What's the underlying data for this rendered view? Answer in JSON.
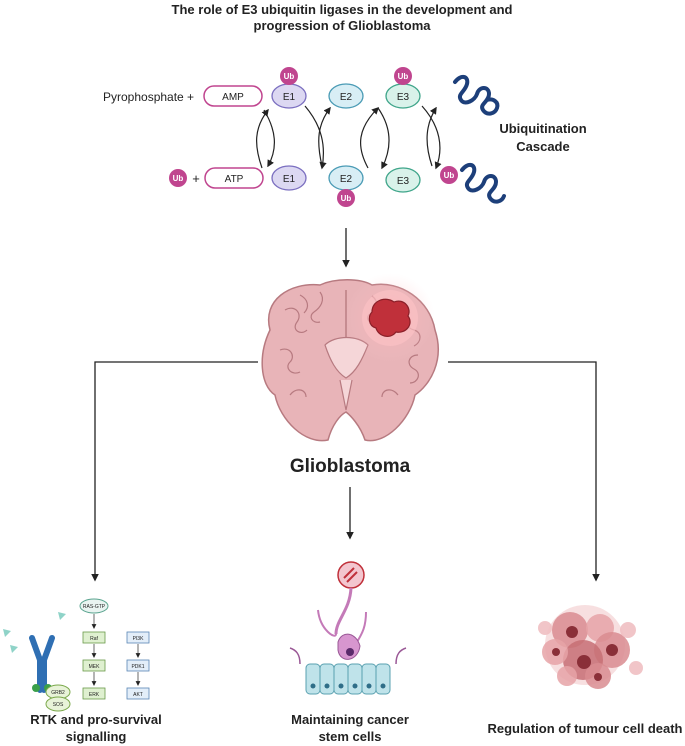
{
  "title_line1": "The role of E3 ubiquitin ligases in the development and",
  "title_line2": "progression of Glioblastoma",
  "cascade": {
    "pyrophosphate": "Pyrophosphate +",
    "amp": "AMP",
    "atp": "ATP",
    "plus": "+",
    "ub": "Ub",
    "e1": "E1",
    "e2": "E2",
    "e3": "E3",
    "label_line1": "Ubiquitination",
    "label_line2": "Cascade"
  },
  "center_label": "Glioblastoma",
  "pathway": {
    "ras_gtp": "RAS-GTP",
    "raf": "Raf",
    "mek": "MEK",
    "erk": "ERK",
    "pi3k": "PI3K",
    "pdk1": "PDK1",
    "akt": "AKT",
    "grb2": "GRB2",
    "sos": "SOS"
  },
  "outcomes": {
    "left_line1": "RTK and pro-survival",
    "left_line2": "signalling",
    "middle_line1": "Maintaining cancer",
    "middle_line2": "stem cells",
    "right": "Regulation of tumour cell death"
  },
  "colors": {
    "e1_fill": "#dcd8f2",
    "e1_stroke": "#7b6fc0",
    "e2_fill": "#d8eef5",
    "e2_stroke": "#4a9bb5",
    "e3_fill": "#d9f2ea",
    "e3_stroke": "#3fa58a",
    "ub_fill": "#c0458f",
    "amp_stroke": "#c0458f",
    "brain": "#e8b4b8",
    "brain_dark": "#b77a80",
    "tumor": "#c0303a",
    "protein": "#1d3f7a"
  }
}
